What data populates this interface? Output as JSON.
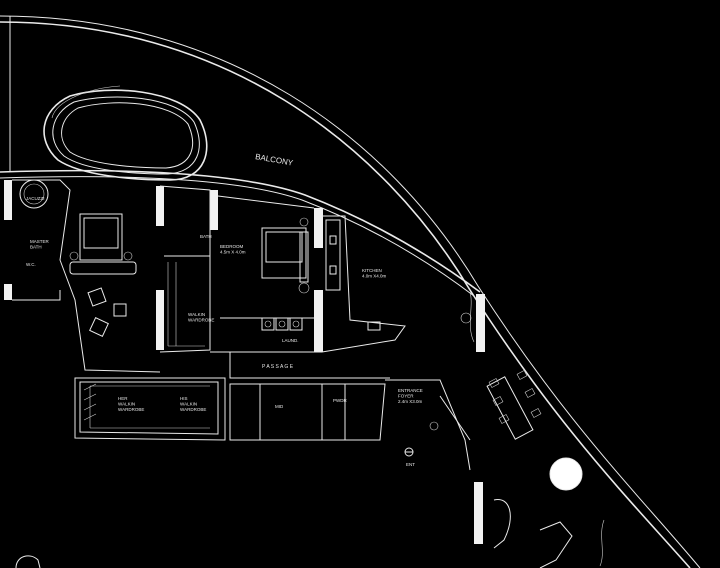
{
  "plan": {
    "rooms": {
      "balcony": "BALCONY",
      "jacuzzi": "JACUZZI",
      "master_bath": "MASTER\nBATH",
      "wc": "W.C.",
      "bath": "BATH",
      "walkin_wardrobe": "WALKIN\nWARDROBE",
      "bedroom": "BEDROOM\n4.5m X 4.0m",
      "kitchen": "KITCHEN\n4.0m X4.0m",
      "laundry": "LAUND.",
      "passage": "P A S S A G E",
      "her_wardrobe": "HER\nWALKIN\nWARDROBE",
      "his_wardrobe": "HIS\nWALKIN\nWARDROBE",
      "maid": "MID",
      "powder": "PWDR",
      "entrance_foyer": "ENTRANCE\nFOYER\n2.4m X3.0m",
      "entry": "ENT"
    }
  }
}
